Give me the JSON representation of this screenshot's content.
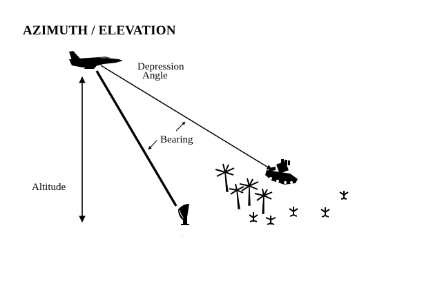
{
  "diagram": {
    "title": "AZIMUTH / ELEVATION",
    "labels": {
      "depression": "Depression",
      "angle": "Angle",
      "bearing": "Bearing",
      "altitude": "Altitude"
    },
    "icons": [
      "jet-icon",
      "tank-icon",
      "radar-dish-icon",
      "palm-tree-icon",
      "shrub-icon"
    ],
    "colors": {
      "ink": "#000000",
      "background": "#ffffff"
    }
  }
}
